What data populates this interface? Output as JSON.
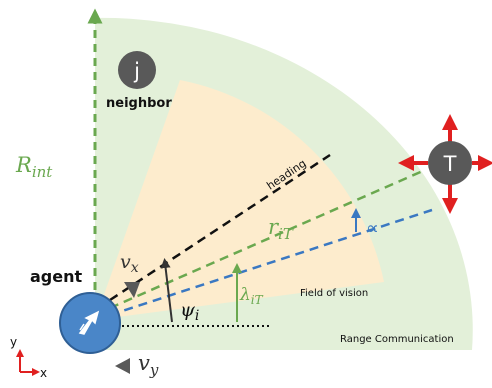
{
  "labels": {
    "neighbor_letter": "j",
    "neighbor": "neighbor",
    "target_letter": "T",
    "agent": "agent",
    "heading": "heading",
    "field_of_vision": "Field of vision",
    "range_communication": "Range Communication",
    "alpha": "∝",
    "axis_y": "y",
    "axis_x": "x"
  },
  "math_labels": {
    "r_int": {
      "base": "R",
      "sub": "int"
    },
    "r_it": {
      "base": "r",
      "sub": "iT"
    },
    "v_x": {
      "base": "v",
      "sub": "x"
    },
    "v_y": {
      "base": "v",
      "sub": "y"
    },
    "psi_i": {
      "base": "ψ",
      "sub": "i"
    },
    "lambda_it": {
      "base": "λ",
      "sub": "iT"
    }
  },
  "colors": {
    "range_fill": "#e3f0d9",
    "vision_fill": "#fdeccd",
    "green": "#6aa84f",
    "blue": "#3a78c2",
    "black": "#111111",
    "agent_body": "#4a86c8",
    "agent_border": "#2f5f95",
    "node_grey": "#595959",
    "red": "#e02020",
    "arrow_grey": "#595959"
  }
}
